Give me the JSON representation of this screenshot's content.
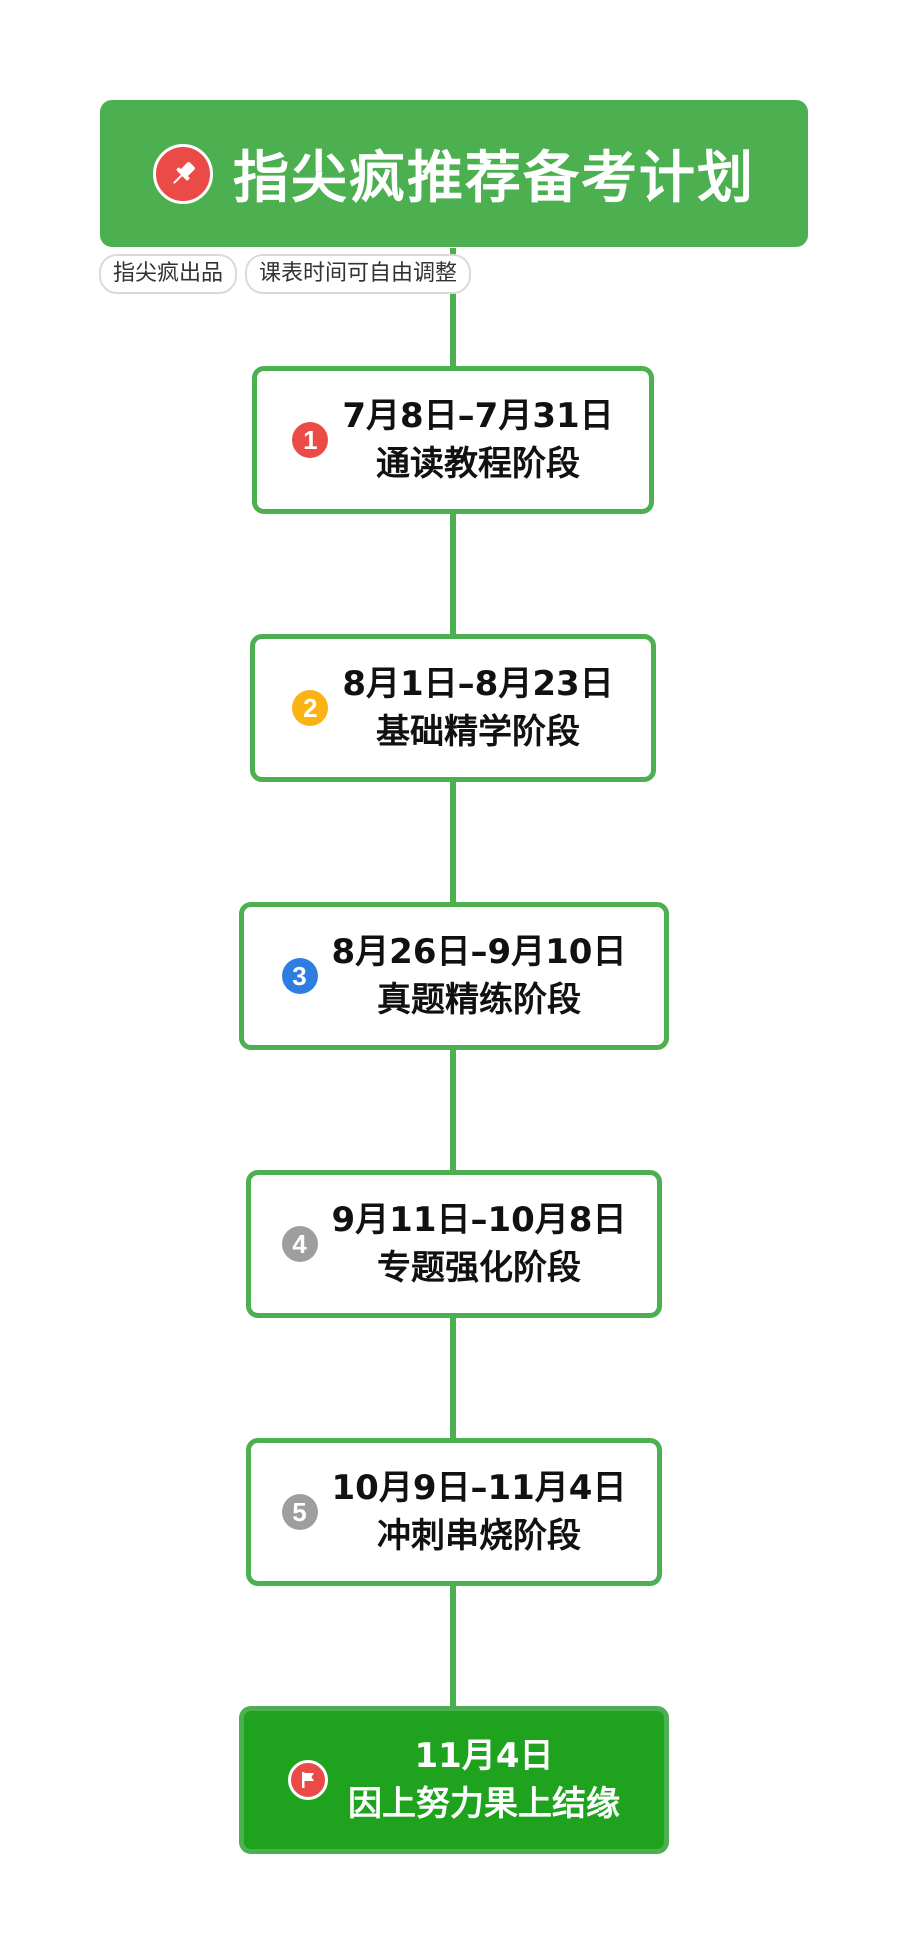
{
  "title": {
    "text": "指尖疯推荐备考计划",
    "icon": "pushpin-icon",
    "background": "#4caf50"
  },
  "tags": [
    "指尖疯出品",
    "课表时间可自由调整"
  ],
  "stages": [
    {
      "number": "1",
      "badge_color": "#ea4b46",
      "date": "7月8日–7月31日",
      "name": "通读教程阶段"
    },
    {
      "number": "2",
      "badge_color": "#fbb314",
      "date": "8月1日–8月23日",
      "name": "基础精学阶段"
    },
    {
      "number": "3",
      "badge_color": "#2f7de1",
      "date": "8月26日–9月10日",
      "name": "真题精练阶段"
    },
    {
      "number": "4",
      "badge_color": "#9e9e9e",
      "date": "9月11日–10月8日",
      "name": "专题强化阶段"
    },
    {
      "number": "5",
      "badge_color": "#9e9e9e",
      "date": "10月9日–11月4日",
      "name": "冲刺串烧阶段"
    }
  ],
  "final": {
    "icon": "flag-icon",
    "date": "11月4日",
    "name": "因上努力果上结缘",
    "background": "#1fa31f"
  },
  "colors": {
    "accent": "#4caf50",
    "connector": "#4caf50"
  }
}
